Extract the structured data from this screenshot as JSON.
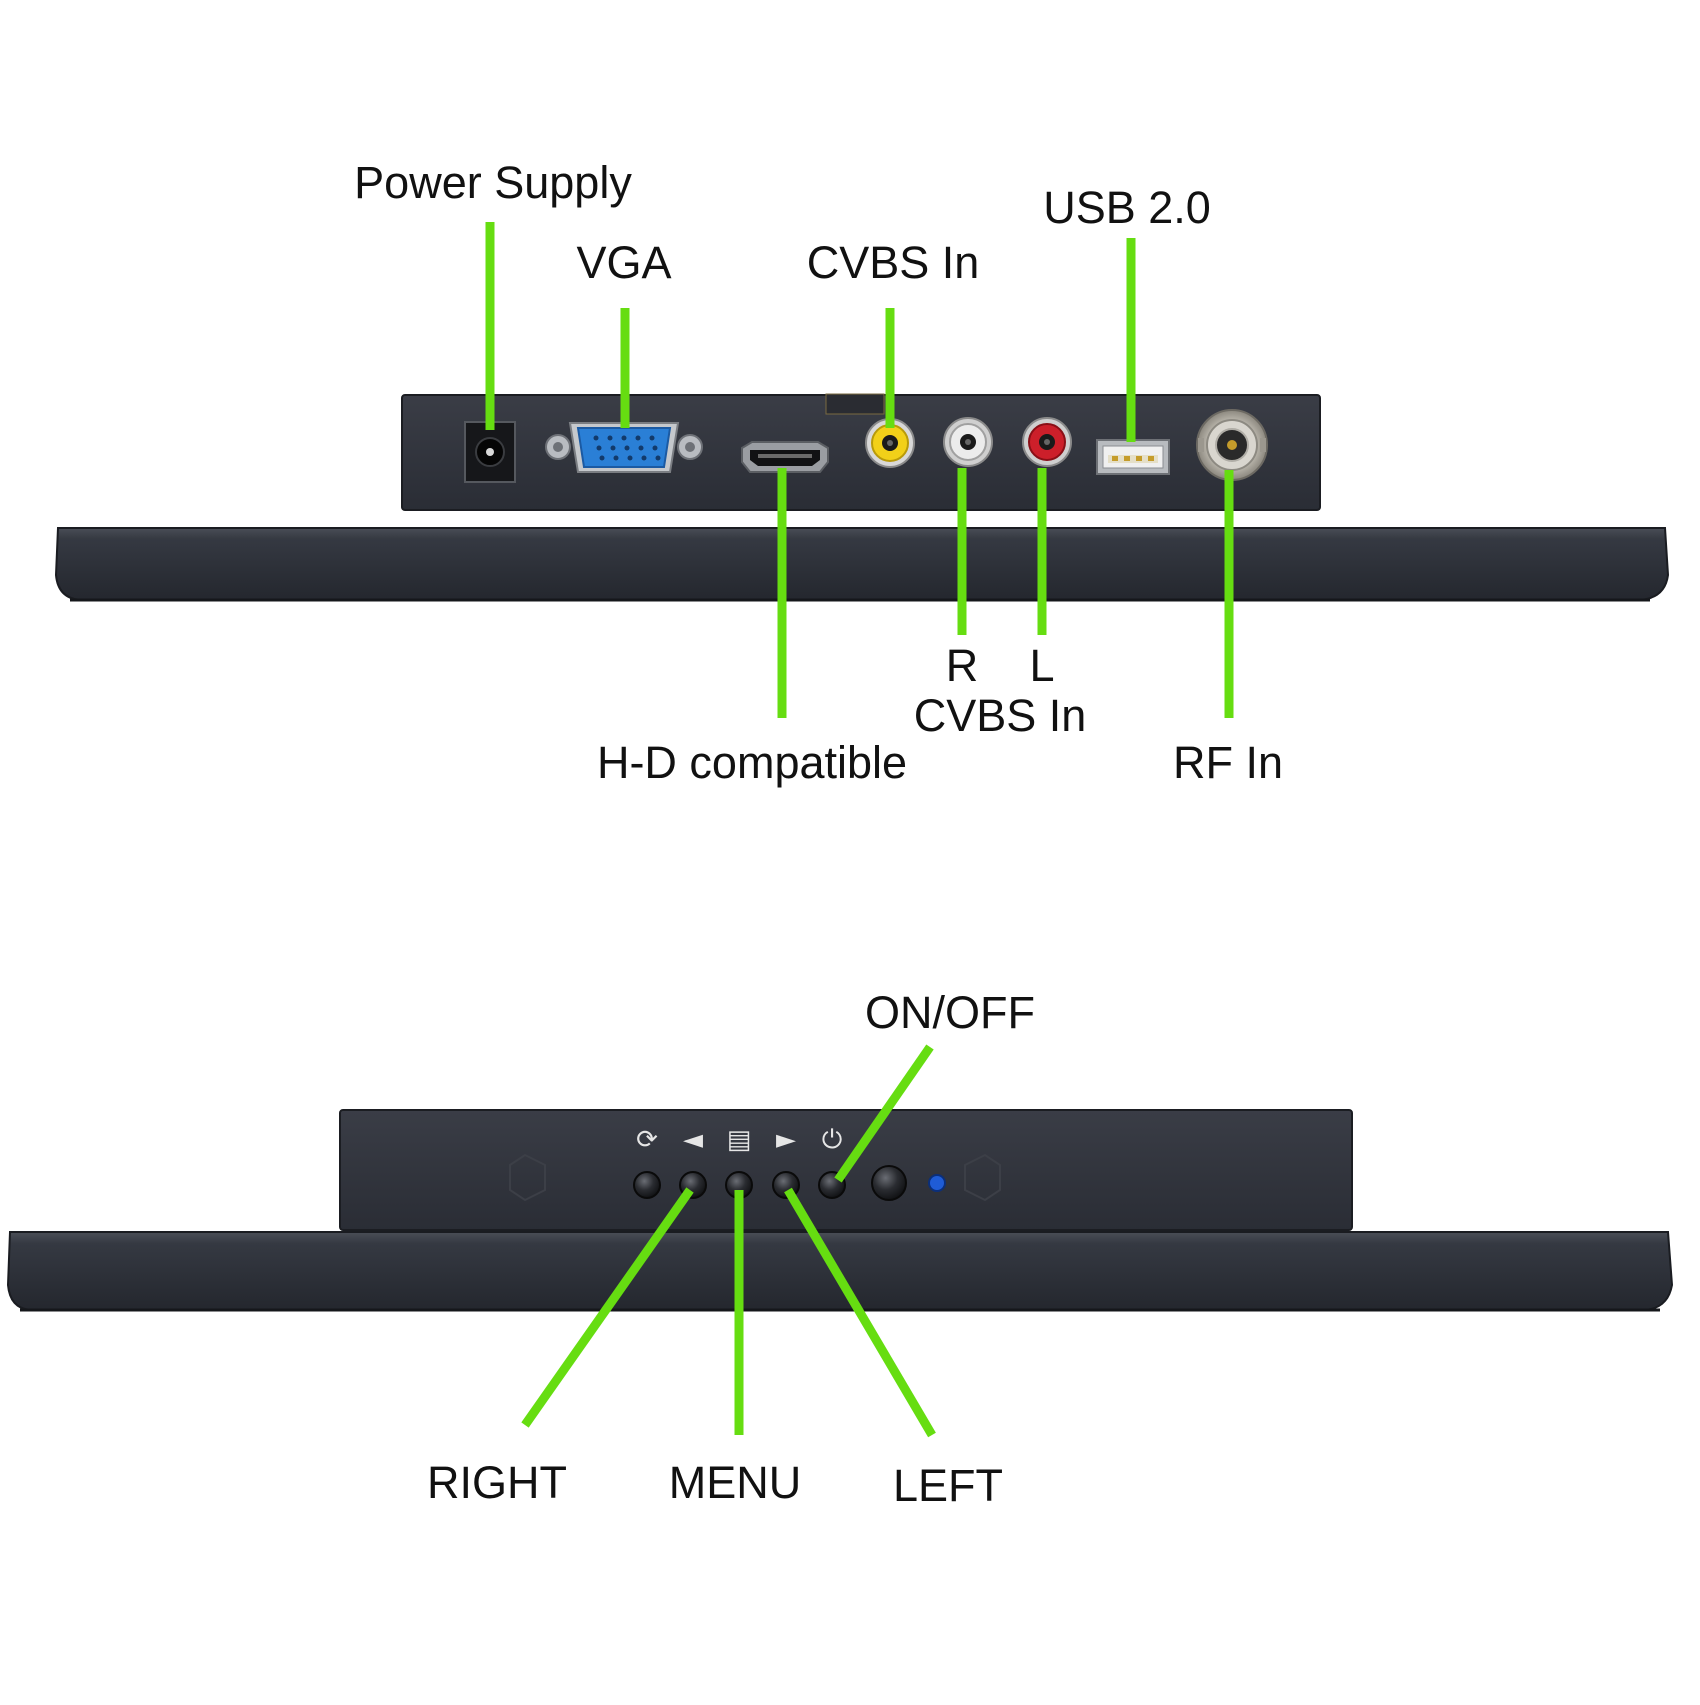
{
  "theme": {
    "leader_color": "#66dd11",
    "housing_color": "#2e313a",
    "housing_shade": "#20232a",
    "vga_blue": "#2a7fd6",
    "cvbs_yellow": "#f2d019",
    "audio_white": "#e8e8e8",
    "audio_red": "#cc1f2a",
    "led_blue": "#1f5cd6"
  },
  "top_view": {
    "labels": {
      "power_supply": "Power Supply",
      "vga": "VGA",
      "cvbs_in_video": "CVBS In",
      "usb": "USB 2.0",
      "hd": "H-D compatible",
      "r": "R",
      "l": "L",
      "cvbs_in_audio": "CVBS In",
      "rf_in": "RF In"
    }
  },
  "bottom_view": {
    "labels": {
      "on_off": "ON/OFF",
      "right": "RIGHT",
      "menu": "MENU",
      "left": "LEFT"
    },
    "buttons": [
      {
        "icon": "auto-adjust-icon",
        "glyph": "⟳"
      },
      {
        "icon": "left-arrow-icon",
        "glyph": "◄"
      },
      {
        "icon": "menu-icon",
        "glyph": "▤"
      },
      {
        "icon": "right-arrow-icon",
        "glyph": "►"
      },
      {
        "icon": "power-icon",
        "glyph": "⏻"
      }
    ]
  }
}
